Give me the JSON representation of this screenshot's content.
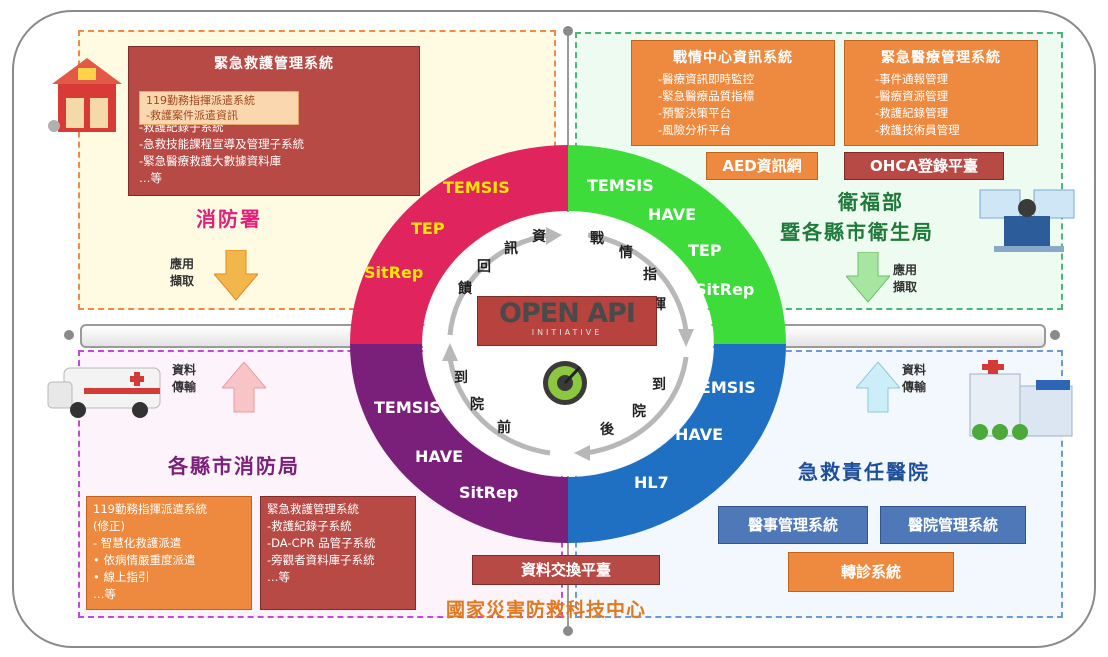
{
  "top_left": {
    "system_title": "緊急救護管理系統",
    "sub_box_line1": "119勤務指揮派遣系統",
    "sub_box_line2": "-救護案件派遣資訊",
    "items": [
      "-救護紀錄子系統",
      "-急救技能課程宣導及管理子系統",
      "-緊急醫療救護大數據資料庫",
      "…等"
    ],
    "agency": "消防署",
    "arrow_label_1": "應用",
    "arrow_label_2": "擷取"
  },
  "top_right": {
    "war_room_title": "戰情中心資訊系統",
    "war_room_items": [
      "-醫療資訊即時監控",
      "-緊急醫療品質指標",
      "-預警決策平台",
      "-風險分析平台"
    ],
    "emergency_title": "緊急醫療管理系統",
    "emergency_items": [
      "-事件通報管理",
      "-醫療資源管理",
      "-救護紀錄管理",
      "-救護技術員管理"
    ],
    "aed_label": "AED資訊網",
    "ohca_label": "OHCA登錄平臺",
    "agency_line1": "衛福部",
    "agency_line2": "暨各縣市衛生局",
    "arrow_label_1": "應用",
    "arrow_label_2": "擷取"
  },
  "bottom_left": {
    "dispatch_items": [
      "119勤務指揮派遣系統",
      "(修正)",
      "- 智慧化救護派遣",
      "•   依病情嚴重度派遣",
      "•   線上指引",
      "…等"
    ],
    "system_title": "緊急救護管理系統",
    "system_items": [
      "-救護紀錄子系統",
      "-DA-CPR 品管子系統",
      "-旁觀者資料庫子系統",
      "…等"
    ],
    "agency": "各縣市消防局",
    "arrow_label_1": "資料",
    "arrow_label_2": "傳輸"
  },
  "bottom_right": {
    "medical_affairs": "醫事管理系統",
    "hospital_mgmt": "醫院管理系統",
    "referral": "轉診系統",
    "agency": "急救責任醫院",
    "arrow_label_1": "資料",
    "arrow_label_2": "傳輸"
  },
  "center": {
    "ring_tl": [
      "TEMSIS",
      "TEP",
      "SitRep"
    ],
    "ring_tr": [
      "TEMSIS",
      "HAVE",
      "TEP",
      "SitRep"
    ],
    "ring_bl": [
      "TEMSIS",
      "HAVE",
      "SitRep"
    ],
    "ring_br": [
      "TEMSIS",
      "HAVE",
      "HL7"
    ],
    "inner_tl": [
      "資",
      "訊",
      "回",
      "饋"
    ],
    "inner_tr": [
      "戰",
      "情",
      "指",
      "揮"
    ],
    "inner_bl": [
      "到",
      "院",
      "前"
    ],
    "inner_br": [
      "到",
      "院",
      "後"
    ],
    "openapi_title": "OPEN API",
    "openapi_sub": "INITIATIVE",
    "exchange_platform": "資料交換平臺",
    "center_agency": "國家災害防救科技中心"
  },
  "colors": {
    "ring_red": "#e0245e",
    "ring_green": "#3ddc3a",
    "ring_purple": "#7a1f7a",
    "ring_blue": "#1f6fc2",
    "label_yellow": "#ffe600"
  }
}
